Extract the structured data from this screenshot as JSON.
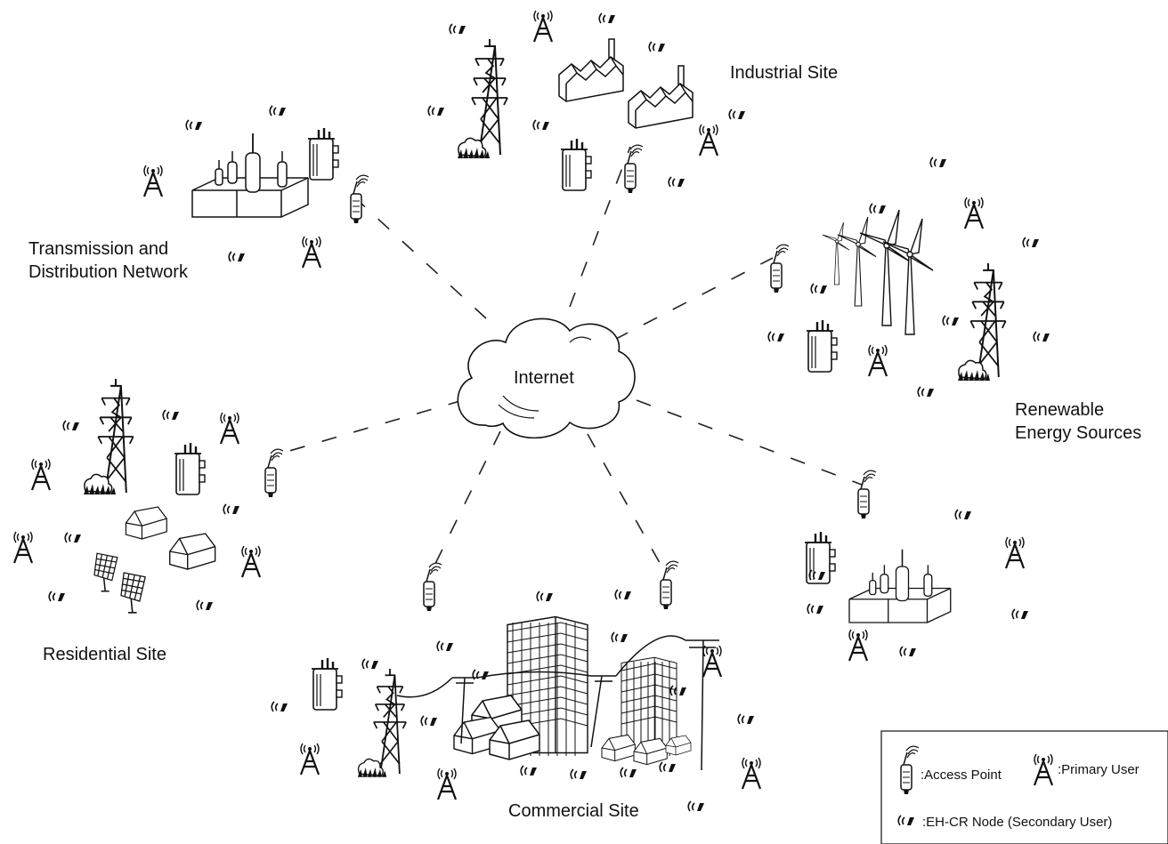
{
  "labels": {
    "internet": "Internet",
    "industrial": "Industrial Site",
    "transmission_line1": "Transmission and",
    "transmission_line2": "Distribution Network",
    "renewable_line1": "Renewable",
    "renewable_line2": "Energy Sources",
    "residential": "Residential Site",
    "commercial": "Commercial Site"
  },
  "legend": {
    "access_point": ":Access Point",
    "primary_user": ":Primary User",
    "eh_cr_node": ":EH-CR Node (Secondary User)"
  },
  "icons": [
    "cloud-icon",
    "access-point-icon",
    "primary-user-icon",
    "eh-cr-node-icon",
    "transmission-tower-icon",
    "transformer-icon",
    "substation-icon",
    "factory-icon",
    "wind-turbine-icon",
    "house-icon",
    "solar-panel-icon",
    "office-building-icon",
    "utility-pole-icon"
  ],
  "colors": {
    "line": "#111111",
    "background": "#ffffff"
  }
}
